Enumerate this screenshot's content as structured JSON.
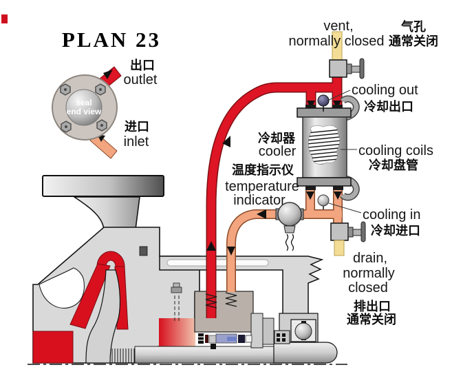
{
  "header": {
    "title": "PLAN 23"
  },
  "seal_view": {
    "line1": "seal",
    "line2": "end view",
    "outlet_cn": "出口",
    "outlet_en": "outlet",
    "inlet_cn": "进口",
    "inlet_en": "inlet"
  },
  "vent": {
    "en1": "vent,",
    "en2": "normally closed",
    "cn1": "气孔",
    "cn2": "通常关闭"
  },
  "cooling_out": {
    "en": "cooling out",
    "cn": "冷却出口"
  },
  "cooler": {
    "cn": "冷却器",
    "en": "cooler"
  },
  "cooling_coils": {
    "en": "cooling coils",
    "cn": "冷却盘管"
  },
  "temperature_indicator": {
    "cn": "温度指示仪",
    "en1": "temperature",
    "en2": "indicator"
  },
  "cooling_in": {
    "en": "cooling in",
    "cn": "冷却进口"
  },
  "drain": {
    "en1": "drain,",
    "en2": "normally",
    "en3": "closed",
    "cn1": "排出口",
    "cn2": "通常关闭"
  },
  "colors": {
    "hot_pipe_red": "#de1524",
    "cool_pipe_orange": "#f2a57f",
    "closed_stub_yellow": "#f3dd96",
    "fluid_red": "#d8101e",
    "metal_gray": "#d9d9d9",
    "outline": "#111111",
    "cooling_out_ball": "#2e2e52"
  }
}
